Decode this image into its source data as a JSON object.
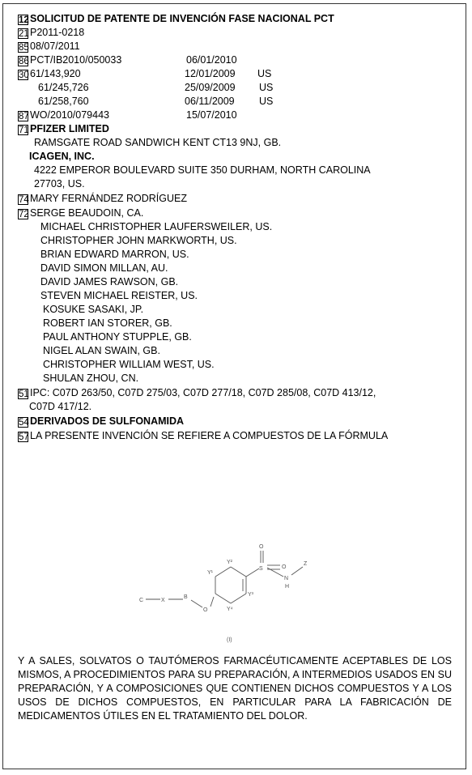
{
  "f12": {
    "code": "12",
    "text": "SOLICITUD DE PATENTE DE INVENCIÓN FASE NACIONAL PCT"
  },
  "f21": {
    "code": "21",
    "text": "P2011-0218"
  },
  "f85": {
    "code": "85",
    "text": "08/07/2011"
  },
  "f86": {
    "code": "86",
    "text": "PCT/IB2010/050033",
    "date": "06/01/2010"
  },
  "f30": {
    "code": "30",
    "items": [
      {
        "number": "61/143,920",
        "date": "12/01/2009",
        "country": "US"
      },
      {
        "number": "61/245,726",
        "date": "25/09/2009",
        "country": "US"
      },
      {
        "number": "61/258,760",
        "date": "06/11/2009",
        "country": "US"
      }
    ]
  },
  "f87": {
    "code": "87",
    "text": "WO/2010/079443",
    "date": "15/07/2010"
  },
  "f71": {
    "code": "71",
    "applicants": [
      {
        "name": "PFIZER LIMITED",
        "address": [
          "RAMSGATE ROAD SANDWICH KENT CT13 9NJ, GB."
        ]
      },
      {
        "name": "ICAGEN, INC.",
        "address": [
          "4222 EMPEROR BOULEVARD SUITE 350 DURHAM, NORTH CAROLINA",
          "27703, US."
        ]
      }
    ]
  },
  "f74": {
    "code": "74",
    "text": "MARY FERNÁNDEZ RODRÍGUEZ"
  },
  "f72": {
    "code": "72",
    "inventors": [
      "SERGE BEAUDOIN, CA.",
      "MICHAEL CHRISTOPHER LAUFERSWEILER, US.",
      "CHRISTOPHER JOHN MARKWORTH, US.",
      "BRIAN EDWARD MARRON, US.",
      "DAVID SIMON MILLAN, AU.",
      "DAVID JAMES RAWSON, GB.",
      "STEVEN MICHAEL REISTER, US.",
      "KOSUKE SASAKI, JP.",
      "ROBERT IAN STORER, GB.",
      "PAUL ANTHONY STUPPLE, GB.",
      "NIGEL ALAN SWAIN, GB.",
      "CHRISTOPHER WILLIAM WEST, US.",
      "SHULAN ZHOU, CN."
    ]
  },
  "f51": {
    "code": "51",
    "lines": [
      "IPC: C07D 263/50, C07D 275/03, C07D 277/18, C07D 285/08, C07D 413/12,",
      "C07D 417/12."
    ]
  },
  "f54": {
    "code": "54",
    "text": "DERIVADOS DE SULFONAMIDA"
  },
  "f57": {
    "code": "57",
    "text": "LA PRESENTE INVENCIÓN SE REFIERE A COMPUESTOS DE LA FÓRMULA"
  },
  "formula": {
    "atoms": {
      "c": "C",
      "x": "X",
      "b": "B",
      "o": "O",
      "s": "S",
      "n": "N",
      "h": "H",
      "z": "Z",
      "y1": "Y¹",
      "y2": "Y²",
      "y3": "Y³",
      "y4": "Y⁴",
      "o1": "O",
      "o2": "O"
    },
    "label": "(I)"
  },
  "abstract": "Y A SALES, SOLVATOS O TAUTÓMEROS FARMACÉUTICAMENTE ACEPTABLES DE LOS MISMOS, A PROCEDIMIENTOS PARA SU PREPARACIÓN, A INTERMEDIOS USADOS EN SU PREPARACIÓN, Y A COMPOSICIONES QUE CONTIENEN DICHOS COMPUESTOS Y A LOS USOS DE DICHOS COMPUESTOS, EN PARTICULAR PARA LA FABRICACIÓN DE MEDICAMENTOS ÚTILES EN EL TRATAMIENTO DEL DOLOR."
}
